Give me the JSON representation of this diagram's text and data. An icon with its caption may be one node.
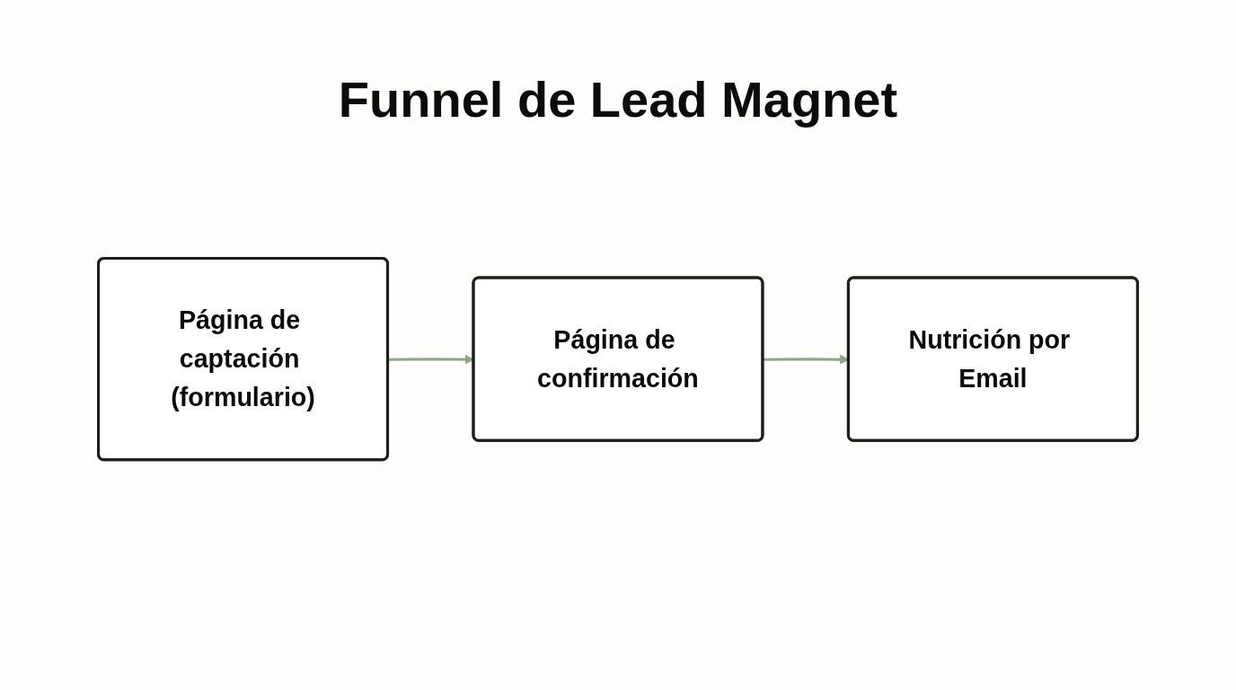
{
  "diagram": {
    "title": "Funnel de Lead Magnet",
    "nodes": [
      {
        "text": [
          "Página de captación (formulario)"
        ]
      },
      {
        "text": [
          "Página de confirmación"
        ]
      },
      {
        "text": [
          "Nutrición por Email"
        ]
      }
    ],
    "edges": [
      {
        "from": 0,
        "to": 1,
        "arrow": "to"
      },
      {
        "from": 1,
        "to": 2,
        "arrow": "to"
      }
    ]
  }
}
